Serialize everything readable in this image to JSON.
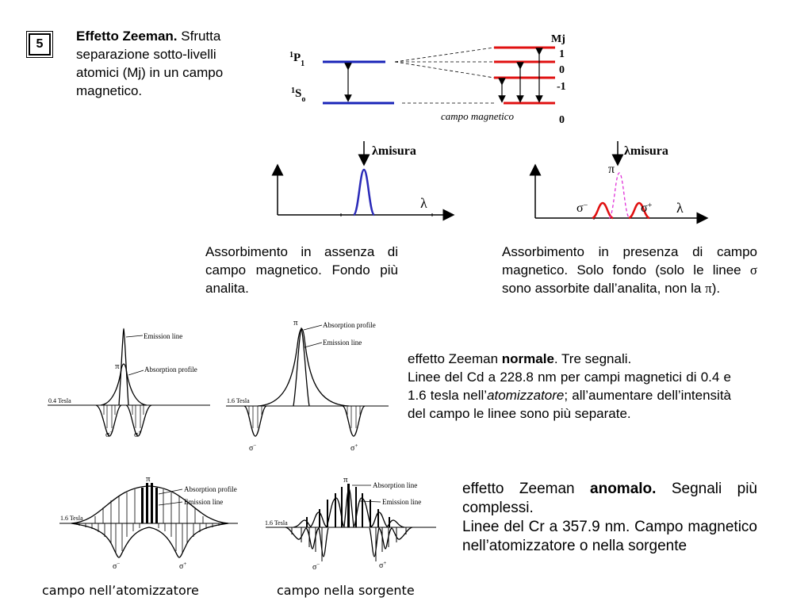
{
  "slide_number": "5",
  "intro": {
    "bold": "Effetto Zeeman.",
    "text": " Sfrutta separazione sotto-livelli atomici (Mj) in un campo magnetico."
  },
  "diagram": {
    "level_upper": "P",
    "level_upper_pre": "1",
    "level_upper_sub": "1",
    "level_lower": "S",
    "level_lower_pre": "1",
    "level_lower_sub": "o",
    "mj_title": "Mj",
    "mj_values": [
      "1",
      "0",
      "-1",
      "0"
    ],
    "field_label": "campo magnetico"
  },
  "plots": {
    "misura_label": "λmisura",
    "lambda": "λ",
    "pi": "π",
    "sigma_minus": "σ",
    "sigma_plus": "σ",
    "sup_minus": "−",
    "sup_plus": "+"
  },
  "caption_absence": "Assorbimento in assenza di campo magnetico. Fondo più analita.",
  "caption_presence": {
    "part1": "Assorbimento in presenza di campo magnetico. Solo fondo (solo le linee ",
    "sigma": "σ",
    "part2": " sono assorbite dall’analita, non la ",
    "pi": "π",
    "part3": ")."
  },
  "normal": {
    "pre": "effetto Zeeman ",
    "bold": "normale",
    "post": ". Tre segnali.",
    "line2a": "Linee del Cd a 228.8 nm per campi magnetici di 0.4 e 1.6 tesla nell’",
    "line2_italic": "atomizzatore",
    "line2b": "; all’aumentare dell’intensità del campo le linee sono più separate."
  },
  "anomalous": {
    "pre": "effetto Zeeman ",
    "bold": "anomalo.",
    "post": " Segnali più complessi.",
    "line2": "Linee del Cr a 357.9 nm. Campo magnetico nell’atomizzatore o nella sorgente"
  },
  "spectra": {
    "tesla_04": "0.4 Tesla",
    "tesla_16": "1.6 Tesla",
    "emission_line": "Emission line",
    "absorption_profile": "Absorption profile",
    "absorption_line": "Absorption line"
  },
  "bottom_captions": {
    "left": "campo nell’atomizzatore",
    "right": "campo nella sorgente"
  }
}
